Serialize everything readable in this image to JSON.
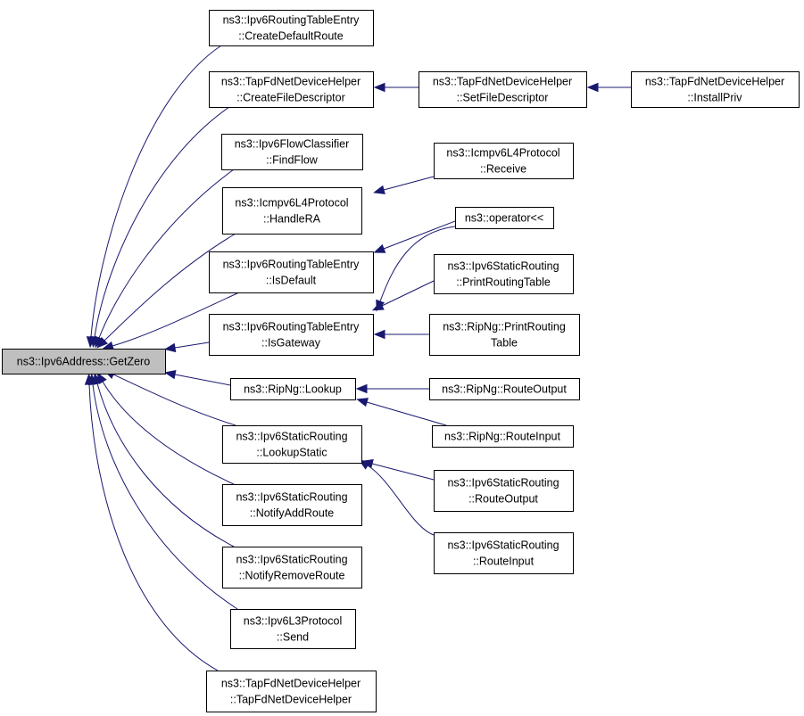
{
  "diagram": {
    "colors": {
      "edge": "#191970",
      "root_fill": "#bfbfbf",
      "node_fill": "#ffffff",
      "border": "#000000"
    },
    "root": {
      "id": "getzero",
      "lines": [
        "ns3::Ipv6Address::GetZero"
      ]
    },
    "nodes": [
      {
        "id": "createdefaultroute",
        "lines": [
          "ns3::Ipv6RoutingTableEntry",
          "::CreateDefaultRoute"
        ]
      },
      {
        "id": "createfiledescriptor",
        "lines": [
          "ns3::TapFdNetDeviceHelper",
          "::CreateFileDescriptor"
        ]
      },
      {
        "id": "setfiledescriptor",
        "lines": [
          "ns3::TapFdNetDeviceHelper",
          "::SetFileDescriptor"
        ]
      },
      {
        "id": "installpriv",
        "lines": [
          "ns3::TapFdNetDeviceHelper",
          "::InstallPriv"
        ]
      },
      {
        "id": "findflow",
        "lines": [
          "ns3::Ipv6FlowClassifier",
          "::FindFlow"
        ]
      },
      {
        "id": "icmpv6receive",
        "lines": [
          "ns3::Icmpv6L4Protocol",
          "::Receive"
        ]
      },
      {
        "id": "handlera",
        "lines": [
          "ns3::Icmpv6L4Protocol",
          "::HandleRA"
        ]
      },
      {
        "id": "operator",
        "lines": [
          "ns3::operator<<"
        ]
      },
      {
        "id": "isdefault",
        "lines": [
          "ns3::Ipv6RoutingTableEntry",
          "::IsDefault"
        ]
      },
      {
        "id": "printroutingtable-static",
        "lines": [
          "ns3::Ipv6StaticRouting",
          "::PrintRoutingTable"
        ]
      },
      {
        "id": "isgateway",
        "lines": [
          "ns3::Ipv6RoutingTableEntry",
          "::IsGateway"
        ]
      },
      {
        "id": "printroutingtable-ripng",
        "lines": [
          "ns3::RipNg::PrintRouting",
          "Table"
        ]
      },
      {
        "id": "lookup",
        "lines": [
          "ns3::RipNg::Lookup"
        ]
      },
      {
        "id": "routeoutput-ripng",
        "lines": [
          "ns3::RipNg::RouteOutput"
        ]
      },
      {
        "id": "routeinput-ripng",
        "lines": [
          "ns3::RipNg::RouteInput"
        ]
      },
      {
        "id": "lookupstatic",
        "lines": [
          "ns3::Ipv6StaticRouting",
          "::LookupStatic"
        ]
      },
      {
        "id": "routeoutput-static",
        "lines": [
          "ns3::Ipv6StaticRouting",
          "::RouteOutput"
        ]
      },
      {
        "id": "notifyaddroute",
        "lines": [
          "ns3::Ipv6StaticRouting",
          "::NotifyAddRoute"
        ]
      },
      {
        "id": "routeinput-static",
        "lines": [
          "ns3::Ipv6StaticRouting",
          "::RouteInput"
        ]
      },
      {
        "id": "notifyremoveroute",
        "lines": [
          "ns3::Ipv6StaticRouting",
          "::NotifyRemoveRoute"
        ]
      },
      {
        "id": "send",
        "lines": [
          "ns3::Ipv6L3Protocol",
          "::Send"
        ]
      },
      {
        "id": "tapfdnetdevicehelper",
        "lines": [
          "ns3::TapFdNetDeviceHelper",
          "::TapFdNetDeviceHelper"
        ]
      }
    ],
    "edges": [
      {
        "from": "createdefaultroute",
        "to": "getzero"
      },
      {
        "from": "createfiledescriptor",
        "to": "getzero"
      },
      {
        "from": "findflow",
        "to": "getzero"
      },
      {
        "from": "handlera",
        "to": "getzero"
      },
      {
        "from": "isdefault",
        "to": "getzero"
      },
      {
        "from": "isgateway",
        "to": "getzero"
      },
      {
        "from": "lookup",
        "to": "getzero"
      },
      {
        "from": "lookupstatic",
        "to": "getzero"
      },
      {
        "from": "notifyaddroute",
        "to": "getzero"
      },
      {
        "from": "notifyremoveroute",
        "to": "getzero"
      },
      {
        "from": "send",
        "to": "getzero"
      },
      {
        "from": "tapfdnetdevicehelper",
        "to": "getzero"
      },
      {
        "from": "setfiledescriptor",
        "to": "createfiledescriptor"
      },
      {
        "from": "installpriv",
        "to": "setfiledescriptor"
      },
      {
        "from": "icmpv6receive",
        "to": "handlera"
      },
      {
        "from": "operator",
        "to": "isdefault"
      },
      {
        "from": "operator",
        "to": "isgateway"
      },
      {
        "from": "printroutingtable-static",
        "to": "isgateway"
      },
      {
        "from": "printroutingtable-ripng",
        "to": "isgateway"
      },
      {
        "from": "routeoutput-ripng",
        "to": "lookup"
      },
      {
        "from": "routeinput-ripng",
        "to": "lookup"
      },
      {
        "from": "routeoutput-static",
        "to": "lookupstatic"
      },
      {
        "from": "routeinput-static",
        "to": "lookupstatic"
      }
    ]
  }
}
